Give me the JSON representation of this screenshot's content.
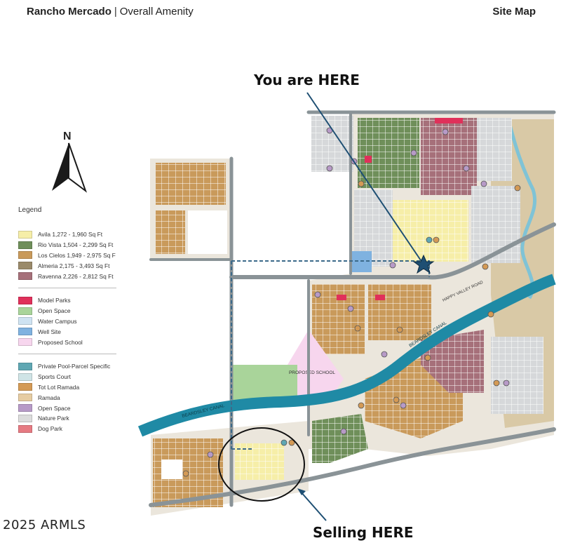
{
  "header": {
    "community": "Rancho Mercado",
    "subtitle": "Overall Amenity",
    "page": "Site Map"
  },
  "callouts": {
    "you_are_here": "You are HERE",
    "selling_here": "Selling HERE"
  },
  "compass": {
    "north_label": "N",
    "icon": "north-arrow-icon"
  },
  "legend": {
    "title": "Legend",
    "lot_types": [
      {
        "label": "Avila 1,272 - 1,960 Sq Ft",
        "color": "#f6eea8"
      },
      {
        "label": "Rio Vista 1,504 - 2,299 Sq Ft",
        "color": "#6f8f5a"
      },
      {
        "label": "Los Cielos 1,949 - 2,975 Sq F",
        "color": "#c99a5b"
      },
      {
        "label": "Almeria 2,175 - 3,493 Sq Ft",
        "color": "#9a8a6a"
      },
      {
        "label": "Ravenna 2,226 - 2,812 Sq Ft",
        "color": "#a6707a"
      }
    ],
    "land_uses": [
      {
        "label": "Model Parks",
        "color": "#e0305a"
      },
      {
        "label": "Open Space",
        "color": "#a9d49a"
      },
      {
        "label": "Water Campus",
        "color": "#cfe3f2"
      },
      {
        "label": "Well Site",
        "color": "#7fb2e0"
      },
      {
        "label": "Proposed School",
        "color": "#f7d6ee"
      }
    ],
    "amenities": [
      {
        "label": "Private Pool-Parcel Specific",
        "color": "#5fa7b3"
      },
      {
        "label": "Sports Court",
        "color": "#cfe4e6"
      },
      {
        "label": "Tot Lot Ramada",
        "color": "#d49a55"
      },
      {
        "label": "Ramada",
        "color": "#e6cca2"
      },
      {
        "label": "Open Space",
        "color": "#b79ac7"
      },
      {
        "label": "Nature Park",
        "color": "#dcdcdc"
      },
      {
        "label": "Dog Park",
        "color": "#e67a82"
      }
    ]
  },
  "map": {
    "proposed_school_label": "PROPOSED SCHOOL",
    "canal_label_1": "BEARDSLEY CANAL",
    "canal_label_2": "BEARDSLEY CANAL",
    "road_label": "HAPPY VALLEY ROAD",
    "colors": {
      "canal": "#1f8aa5",
      "road": "#8a9397",
      "desert": "#d9c9a6",
      "wash": "#7fc3d6",
      "marker_star": "#1e4f73",
      "marker_line": "#1e4f73"
    }
  },
  "footer": {
    "copyright": "2025 ARMLS"
  }
}
